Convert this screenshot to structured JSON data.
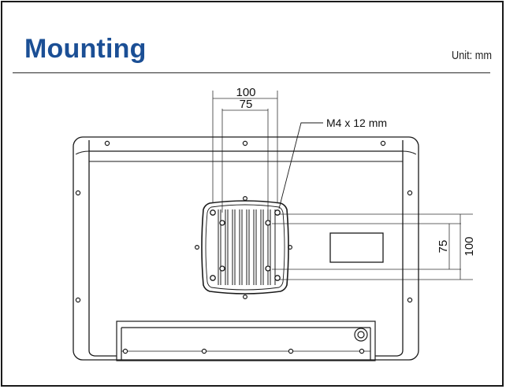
{
  "header": {
    "title": "Mounting",
    "unit_label": "Unit: mm"
  },
  "drawing": {
    "outer_horizontal_dimension": "100",
    "inner_horizontal_dimension": "75",
    "outer_vertical_dimension": "100",
    "inner_vertical_dimension": "75",
    "screw_callout": "M4 x 12 mm"
  },
  "colors": {
    "title": "#1b4f95",
    "line": "#1a1a1a"
  }
}
